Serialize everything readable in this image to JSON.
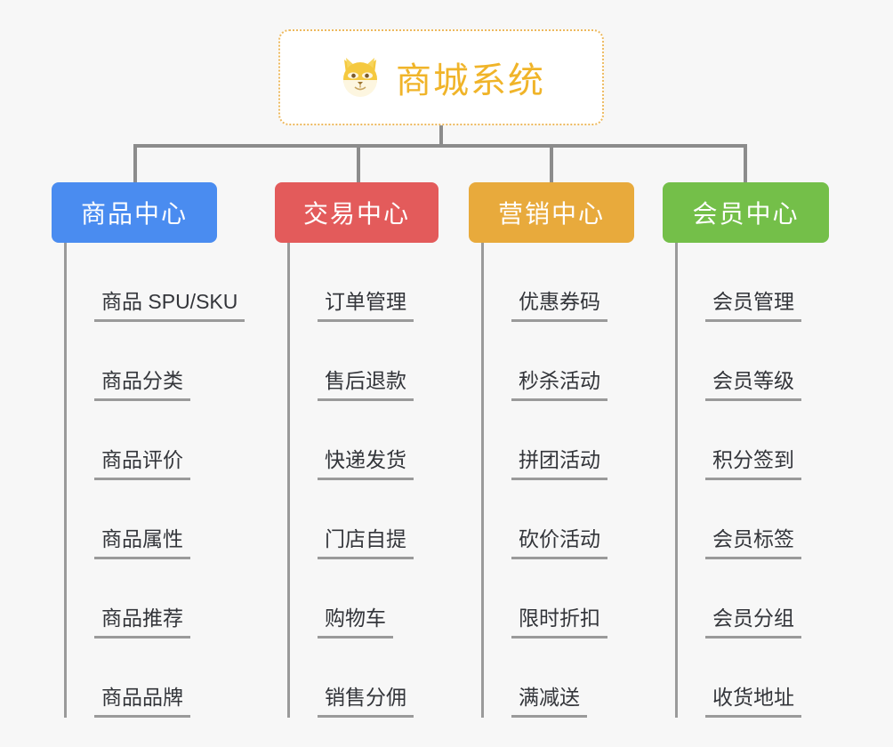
{
  "root": {
    "icon": "dog-face-icon",
    "title": "商城系统",
    "border_color": "#edb95e",
    "text_color": "#f0b429"
  },
  "connector_color": "#8c8c8c",
  "background": "#f7f7f7",
  "columns": [
    {
      "id": "product-center",
      "label": "商品中心",
      "color": "#4a8cf0",
      "items": [
        "商品 SPU/SKU",
        "商品分类",
        "商品评价",
        "商品属性",
        "商品推荐",
        "商品品牌"
      ]
    },
    {
      "id": "trade-center",
      "label": "交易中心",
      "color": "#e35b5b",
      "items": [
        "订单管理",
        "售后退款",
        "快递发货",
        "门店自提",
        "购物车",
        "销售分佣"
      ]
    },
    {
      "id": "marketing-center",
      "label": "营销中心",
      "color": "#e8aa3c",
      "items": [
        "优惠券码",
        "秒杀活动",
        "拼团活动",
        "砍价活动",
        "限时折扣",
        "满减送"
      ]
    },
    {
      "id": "member-center",
      "label": "会员中心",
      "color": "#74bf49",
      "items": [
        "会员管理",
        "会员等级",
        "积分签到",
        "会员标签",
        "会员分组",
        "收货地址"
      ]
    }
  ]
}
